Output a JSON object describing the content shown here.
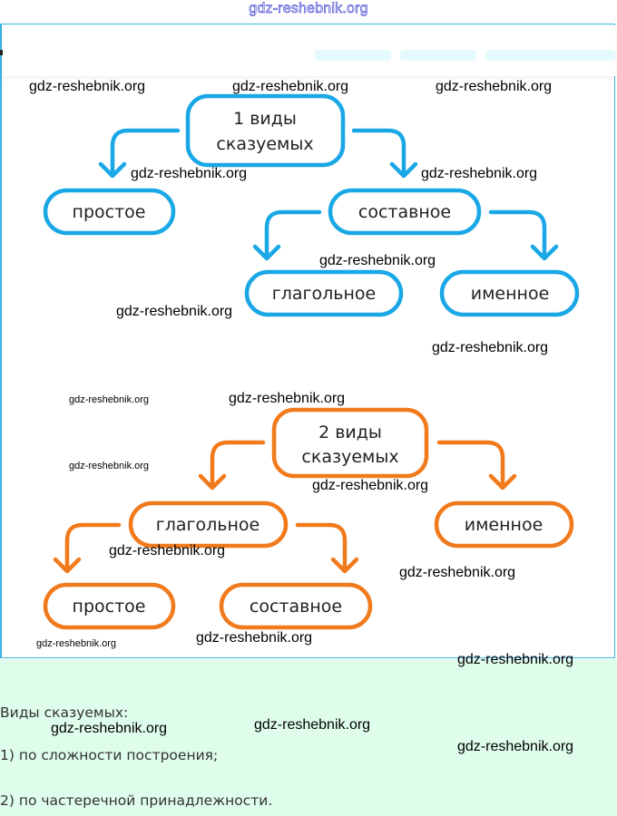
{
  "header_watermark": "gdz-reshebnik.org",
  "colors": {
    "diagram1_accent": "#1aa7e6",
    "diagram2_accent": "#f07a1c",
    "frame_border": "#35b6e0",
    "answer_background": "#dffdeb"
  },
  "diagram1": {
    "root": {
      "line1": "1 виды",
      "line2": "сказуемых"
    },
    "simple": "простое",
    "compound": "составное",
    "verbal": "глагольное",
    "nominal": "именное"
  },
  "diagram2": {
    "root": {
      "line1": "2 виды",
      "line2": "сказуемых"
    },
    "verbal": "глагольное",
    "nominal": "именное",
    "simple": "простое",
    "compound": "составное"
  },
  "answer": {
    "title": "Виды сказуемых:",
    "items": [
      "1) по сложности построения;",
      "2) по частеречной принадлежности."
    ]
  },
  "watermarks": [
    "gdz-reshebnik.org",
    "gdz-reshebnik.org",
    "gdz-reshebnik.org",
    "gdz-reshebnik.org",
    "gdz-reshebnik.org",
    "gdz-reshebnik.org",
    "gdz-reshebnik.org",
    "gdz-reshebnik.org",
    "gdz-reshebnik.org",
    "gdz-reshebnik.org",
    "gdz-reshebnik.org",
    "gdz-reshebnik.org",
    "gdz-reshebnik.org",
    "gdz-reshebnik.org",
    "gdz-reshebnik.org",
    "gdz-reshebnik.org",
    "gdz-reshebnik.org",
    "gdz-reshebnik.org",
    "gdz-reshebnik.org",
    "gdz-reshebnik.org",
    "gdz-reshebnik.org"
  ]
}
